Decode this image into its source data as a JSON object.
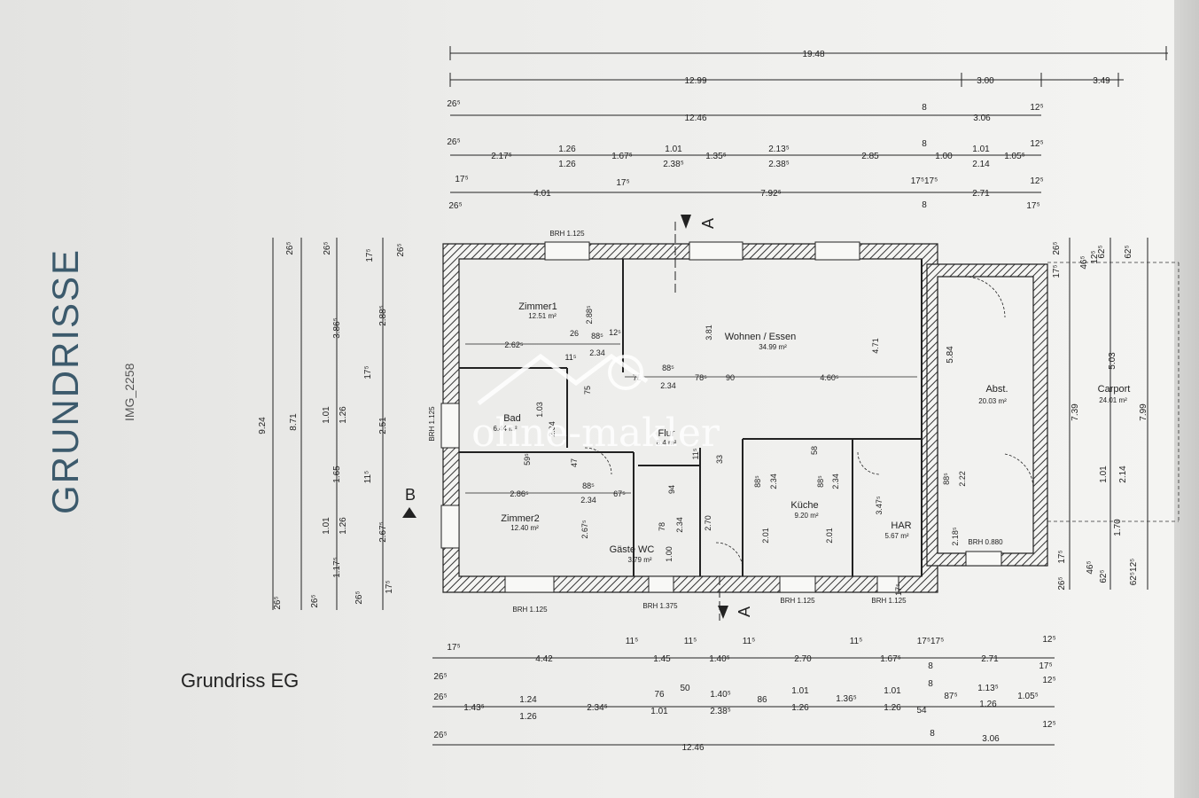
{
  "page": {
    "heading": "GRUNDRISSE",
    "image_id": "IMG_2258",
    "floor_label": "Grundriss EG",
    "watermark": "ohne-makler"
  },
  "rooms": [
    {
      "name": "Zimmer1",
      "area": "12.51 m²"
    },
    {
      "name": "Wohnen / Essen",
      "area": "34.99 m²"
    },
    {
      "name": "Bad",
      "area": "6.44 m²"
    },
    {
      "name": "Flur",
      "area": "8.4 m²"
    },
    {
      "name": "Zimmer2",
      "area": "12.40 m²"
    },
    {
      "name": "Gäste WC",
      "area": "3.79 m²"
    },
    {
      "name": "Küche",
      "area": "9.20 m²"
    },
    {
      "name": "HAR",
      "area": "5.67 m²"
    },
    {
      "name": "Abst.",
      "area": "20.03 m²"
    },
    {
      "name": "Carport",
      "area": "24.01 m²"
    }
  ],
  "section_markers": {
    "a": "A",
    "b": "B"
  },
  "dims_top": {
    "r1": [
      "19.48"
    ],
    "r2": [
      "12.99",
      "3.00",
      "3.49"
    ],
    "r3": [
      "26⁵",
      "12.46",
      "8",
      "3.06",
      "12⁵"
    ],
    "r4": [
      "26⁵",
      "2.17⁵",
      "1.26",
      "1.26",
      "1.67⁵",
      "1.01",
      "2.38⁵",
      "1.35⁵",
      "2.13⁵",
      "2.38⁵",
      "2.85",
      "8",
      "1.00",
      "1.01",
      "2.14",
      "1.05⁵",
      "12⁵"
    ],
    "r5": [
      "17⁵",
      "26⁵",
      "4.01",
      "17⁵",
      "7.92⁵",
      "17⁵17⁵",
      "8",
      "2.71",
      "12⁵",
      "17⁵"
    ]
  },
  "dims_bottom": {
    "r1": [
      "17⁵",
      "26⁵",
      "4.42",
      "11⁵",
      "1.45",
      "11⁵",
      "1.40⁵",
      "11⁵",
      "2.70",
      "11⁵",
      "1.67⁵",
      "17⁵17⁵",
      "8",
      "2.71",
      "12⁵",
      "17⁵"
    ],
    "r2": [
      "26⁵",
      "1.43⁵",
      "1.24",
      "1.26",
      "2.34⁵",
      "76",
      "1.01",
      "50",
      "1.40⁵",
      "2.38⁵",
      "86",
      "1.01",
      "1.26",
      "1.36⁵",
      "1.01",
      "1.26",
      "8",
      "54",
      "87⁵",
      "1.13⁵",
      "1.26",
      "1.05⁵",
      "12⁵"
    ],
    "r3": [
      "26⁵",
      "12.46",
      "8",
      "3.06",
      "12⁵"
    ]
  },
  "dims_left": {
    "c1": [
      "9.24",
      "26⁵"
    ],
    "c2": [
      "8.71",
      "26⁵",
      "26⁵"
    ],
    "c3": [
      "3.86⁵",
      "1.01",
      "1.26",
      "1.65",
      "1.01",
      "1.26",
      "1.17⁵",
      "26⁵",
      "26⁵"
    ],
    "c4": [
      "17⁵",
      "2.88⁵",
      "17⁵",
      "2.51",
      "11⁵",
      "2.67⁵",
      "17⁵",
      "26⁵"
    ]
  },
  "dims_right": {
    "c1": [
      "26⁵",
      "17⁵",
      "7.39",
      "17⁵",
      "26⁵"
    ],
    "c2": [
      "46⁵",
      "62⁵",
      "5.84",
      "5.03",
      "1.01",
      "2.14",
      "1.70",
      "46⁵",
      "62⁵"
    ],
    "c3": [
      "12⁵",
      "62⁵",
      "7.99",
      "62⁵12⁵"
    ]
  },
  "inner_dims": [
    "2.62⁵",
    "26",
    "88⁵",
    "12⁵",
    "2.34",
    "11⁵",
    "2.88⁵",
    "75",
    "88⁵",
    "78⁵",
    "90",
    "4.60⁵",
    "2.34",
    "3.81",
    "4.71",
    "1.03",
    "2.34",
    "59⁵",
    "2.86⁵",
    "88⁵",
    "67⁵",
    "2.34",
    "2.67⁵",
    "78",
    "94",
    "2.34",
    "1.00",
    "2.70",
    "33",
    "11⁵",
    "88⁵",
    "2.34",
    "58",
    "88⁵",
    "2.34",
    "2.01",
    "2.01",
    "3.47⁵",
    "88⁵",
    "2.22",
    "2.18⁵",
    "47",
    "75",
    "17⁵"
  ],
  "window_labels": [
    "BRH 1.125",
    "BRH 1.125",
    "BRH 1.375",
    "BRH 1.125",
    "BRH 1.125",
    "BRH 1.125",
    "BRH 0.880"
  ]
}
